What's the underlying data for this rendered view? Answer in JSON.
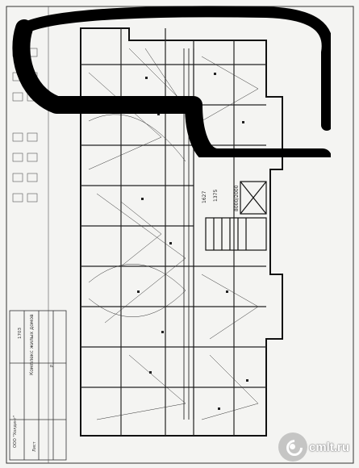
{
  "document": {
    "stamp": {
      "title": "Комплекс жилых домов",
      "code": "1703",
      "org": "ООО \"Холдинг\"",
      "sheet": "Р",
      "label": "Лист"
    },
    "dimensions": {
      "d1": "1375",
      "d2": "8000/2000",
      "d3": "1627"
    },
    "watermark": {
      "text": "cmlt.ru",
      "icon": "cmlt-logo-icon"
    },
    "colors": {
      "paper": "#f4f4f2",
      "ink": "#1a1a1a",
      "redaction": "#000000"
    }
  }
}
